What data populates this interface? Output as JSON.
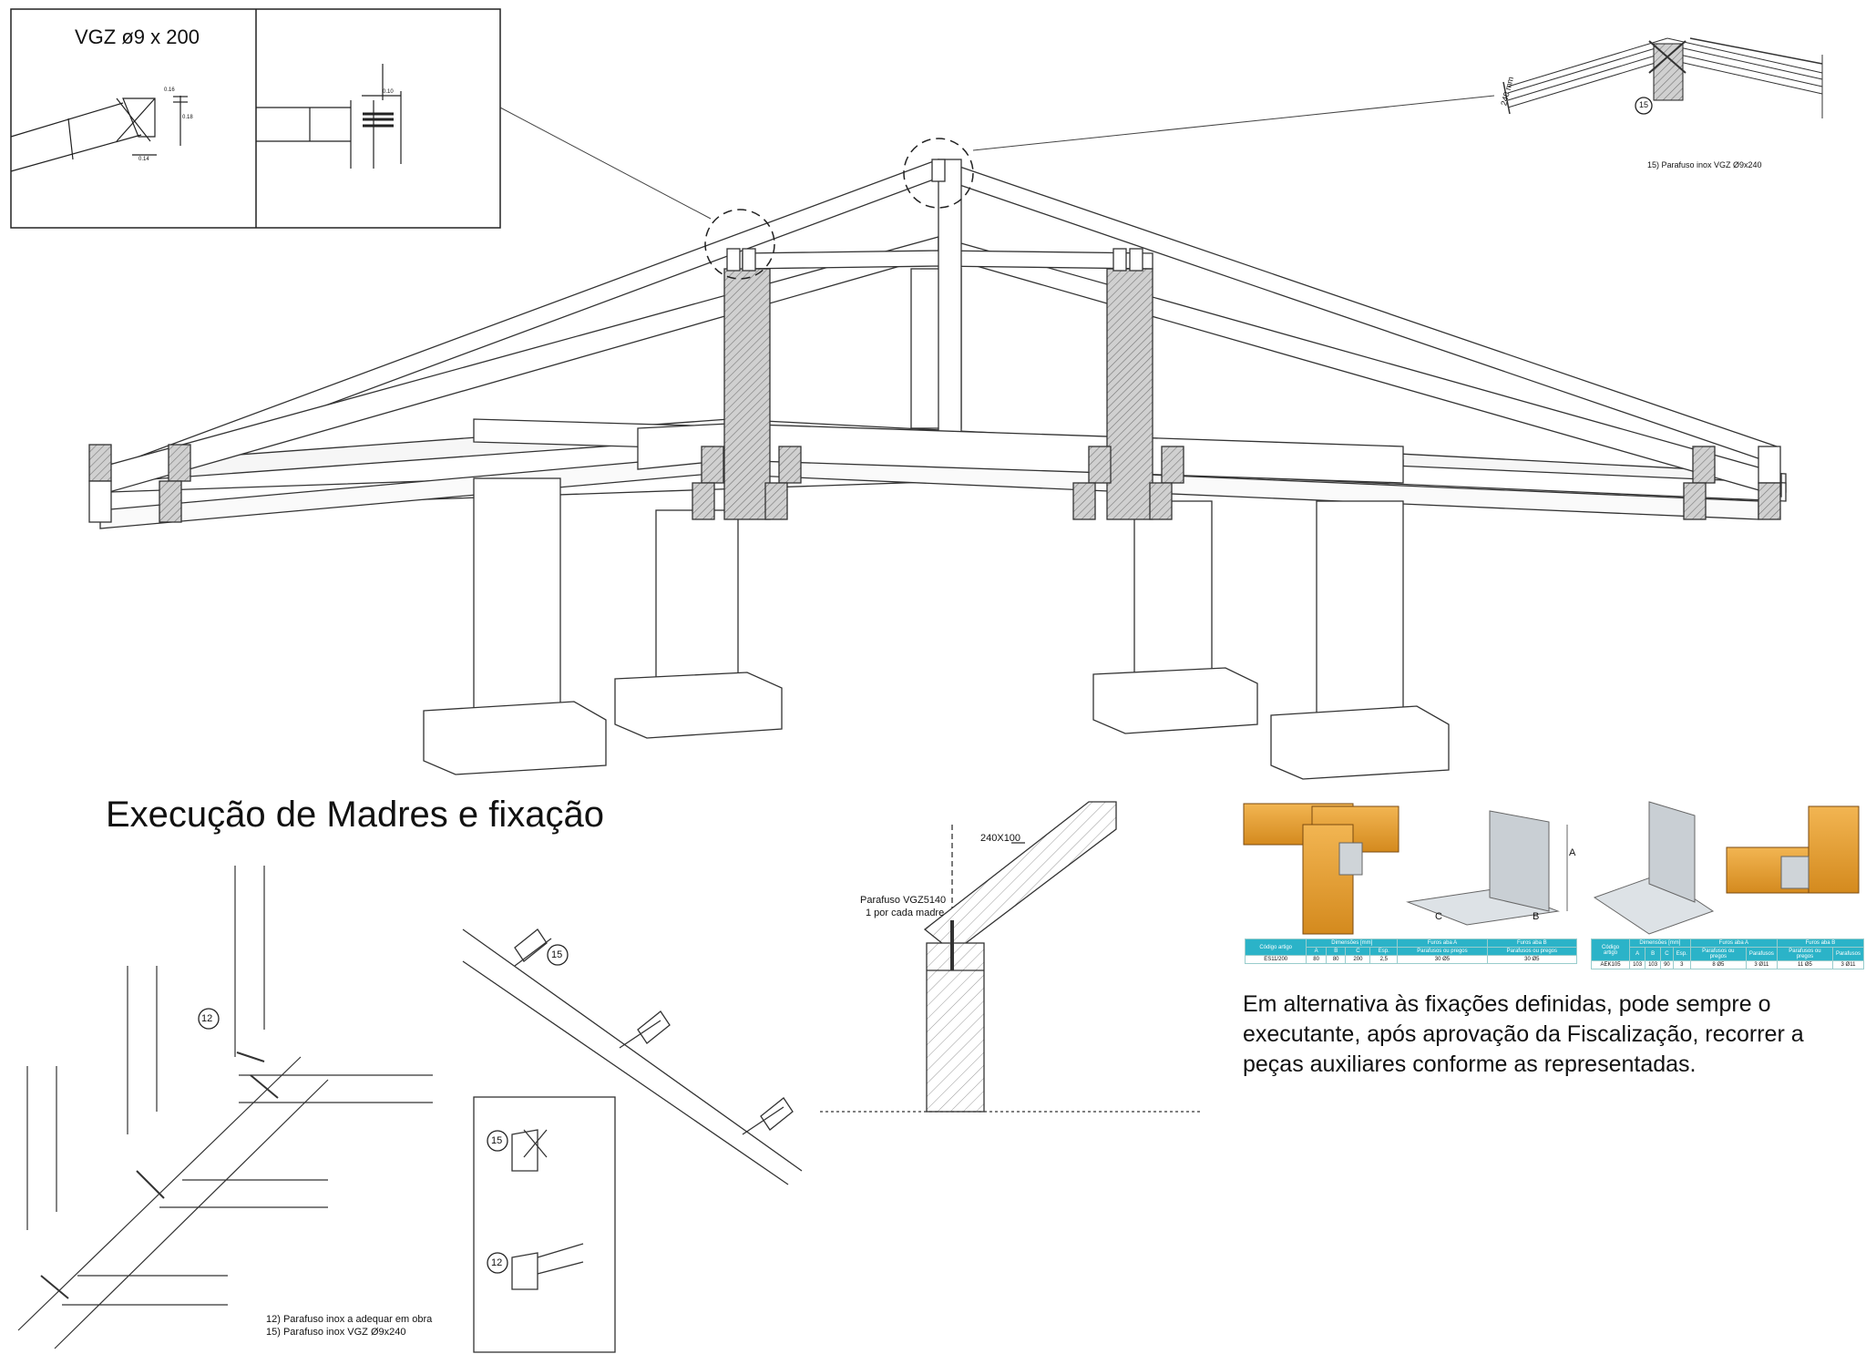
{
  "sheet": {
    "main_title": "Execução de Madres e fixação",
    "detail_title": "VGZ ø9 x 200",
    "ridge_note": "15) Parafuso inox VGZ Ø9x240",
    "ridge_dim": "240 mm",
    "section_label_beam": "240X100",
    "section_label_screw_1": "Parafuso VGZ5140",
    "section_label_screw_2": "1 por cada madre",
    "legend_line_1": "12) Parafuso inox a adequar em obra",
    "legend_line_2": "15) Parafuso inox VGZ Ø9x240",
    "callout_12": "12",
    "callout_15": "15",
    "alternative_text": "Em alternativa às fixações definidas, pode sempre o executante, após aprovação da Fiscalização, recorrer a peças auxiliares conforme as representadas.",
    "bracket_labels": {
      "a": "A",
      "b": "B",
      "c": "C"
    },
    "detail_dims": {
      "d1": "0.16",
      "d2": "0.18",
      "d3": "0.14",
      "d4": "0.10"
    }
  },
  "table_1": {
    "headers": [
      "Código artigo",
      "A",
      "B",
      "C",
      "Esp.",
      "Parafusos ou pregos",
      "Parafusos ou pregos"
    ],
    "group_headers": [
      "Dimensões [mm]",
      "Furos aba A",
      "Furos aba B"
    ],
    "row": [
      "ES11/200",
      "80",
      "80",
      "200",
      "2,5",
      "30 Ø5",
      "30 Ø5"
    ]
  },
  "table_2": {
    "headers": [
      "Código artigo",
      "A",
      "B",
      "C",
      "Esp.",
      "Parafusos ou pregos",
      "Parafusos",
      "Parafusos ou pregos",
      "Parafusos"
    ],
    "group_headers": [
      "Dimensões [mm]",
      "Furos aba A",
      "Furos aba B"
    ],
    "row": [
      "AEK105",
      "103",
      "103",
      "90",
      "3",
      "8 Ø5",
      "3 Ø11",
      "11 Ø5",
      "3 Ø11"
    ]
  },
  "colors": {
    "line": "#222222",
    "hatch": "#777777",
    "timber": "#e8a43a",
    "table_header": "#2bb3c8"
  }
}
